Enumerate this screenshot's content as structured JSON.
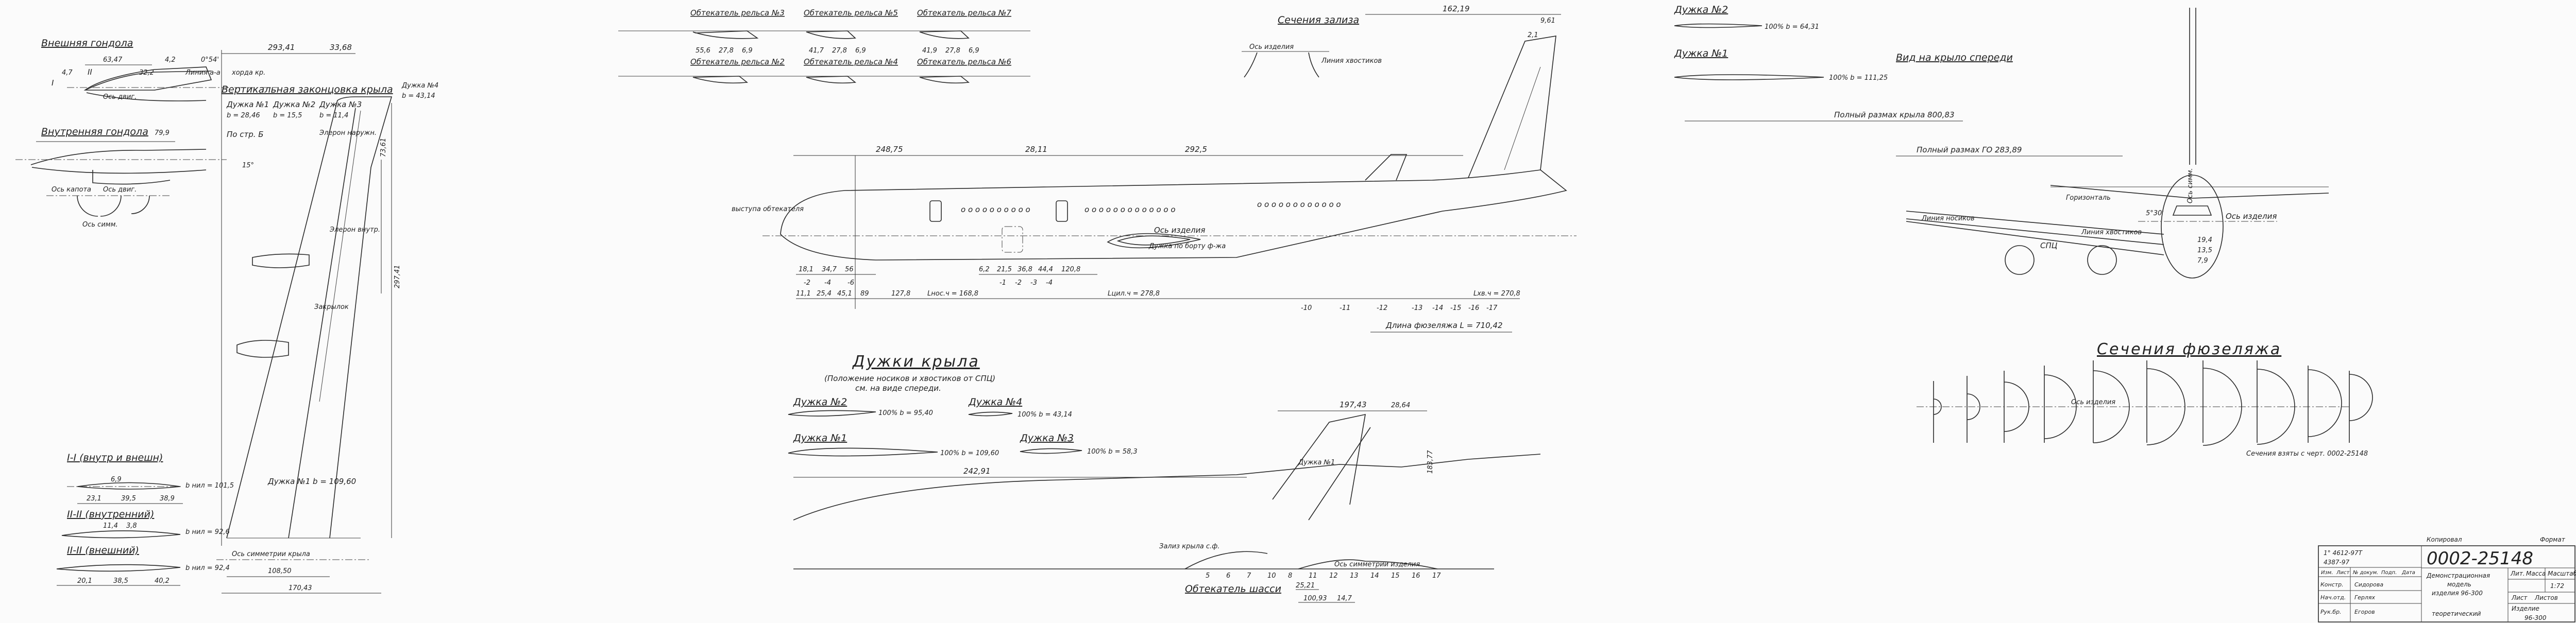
{
  "nacelles": {
    "outer_title": "Внешняя гондола",
    "inner_title": "Внутренняя гондола",
    "engine_axis": "Ось двиг.",
    "line_aa": "Линия a-a",
    "chord": "хорда кр.",
    "angle": "0°54'",
    "dims": [
      "63,47",
      "4,7",
      "32,2",
      "4,2",
      "79,9"
    ],
    "section_labels": [
      "I",
      "II"
    ],
    "cowl_axis": "Ось капота",
    "sym_axis": "Ось симм."
  },
  "sections": {
    "s1_title": "I-I (внутр и внешн)",
    "s1_b": "b нил = 101,5",
    "s1_dims": [
      "6,9",
      "23,1",
      "39,5",
      "38,9"
    ],
    "s2_title": "II-II (внутренний)",
    "s2_b": "b нил = 92,6",
    "s2_dims": [
      "11,4",
      "3,8"
    ],
    "s3_title": "II-II (внешний)",
    "s3_b": "b нил = 92,4",
    "s3_dims": [
      "20,1",
      "38,5",
      "40,2"
    ]
  },
  "wing_plan": {
    "title": "Вертикальная законцовка крыла",
    "airfoils": [
      "Дужка №1",
      "Дужка №2",
      "Дужка №3"
    ],
    "chords": [
      "b = 28,46",
      "b = 15,5",
      "b = 11,4"
    ],
    "airfoil4": "Дужка №4",
    "airfoil4_b": "b = 43,14",
    "aileron_outer": "Элерон наружн.",
    "aileron_inner": "Элерон внутр.",
    "flap": "Закрылок",
    "root_airfoil": "Дужка №1  b = 109,60",
    "sym_axis": "Ось симметрии крыла",
    "dims_top": [
      "293,41",
      "33,68"
    ],
    "dims": [
      "73,61",
      "297,41",
      "108,50",
      "170,43",
      "15°"
    ],
    "view_b": "По стр. Б"
  },
  "rail_fairings": {
    "items": [
      "Обтекатель рельса №3",
      "Обтекатель рельса №5",
      "Обтекатель рельса №7",
      "Обтекатель рельса №2",
      "Обтекатель рельса №4",
      "Обтекатель рельса №6"
    ],
    "dims": [
      "55,6",
      "27,8",
      "6,9",
      "41,7",
      "27,8",
      "6,9",
      "41,9",
      "27,8",
      "6,9"
    ],
    "fillet_title": "Сечения зализа",
    "product_axis": "Ось изделия",
    "tail_line": "Линия хвостиков"
  },
  "fuselage_side": {
    "dims_top": [
      "248,75",
      "28,11",
      "292,5",
      "162,19",
      "9,61",
      "2,1"
    ],
    "axis": "Ось изделия",
    "fairing_note": "выступа обтекателя",
    "airfoil_label": "Дужка по борту ф-жа",
    "dims_bottom": [
      "18,1",
      "34,7",
      "56",
      "11,1",
      "25,4",
      "45,1",
      "89",
      "127,8",
      "6,2",
      "21,5",
      "36,8",
      "44,4",
      "120,8"
    ],
    "l_nose": "Lнос.ч = 168,8",
    "l_cyl": "Lцил.ч = 278,8",
    "l_tail": "Lхв.ч = 270,8",
    "length": "Длина фюзеляжа L = 710,42",
    "frames": [
      "-2",
      "-4",
      "-6",
      "-1",
      "-2",
      "-3",
      "-4",
      "-10",
      "-11",
      "-12",
      "-13",
      "-14",
      "-15",
      "-16",
      "-17"
    ]
  },
  "wing_airfoils": {
    "title": "Дужки крыла",
    "subtitle1": "(Положение носиков и хвостиков от СПЦ)",
    "subtitle2": "см. на виде спереди.",
    "a2": "Дужка №2",
    "a2_b": "100% b = 95,40",
    "a4": "Дужка №4",
    "a4_b": "100% b = 43,14",
    "a1": "Дужка №1",
    "a1_b": "100% b = 109,60",
    "a3": "Дужка №3",
    "a3_b": "100% b = 58,3"
  },
  "stabilizer": {
    "a2": "Дужка №2",
    "a2_b": "100% b = 64,31",
    "a1": "Дужка №1",
    "a1_b": "100% b = 111,25"
  },
  "vertical_tail": {
    "dims": [
      "242,91",
      "197,43",
      "28,64",
      "25,21",
      "100,93",
      "14,7",
      "183,77"
    ],
    "wing_fillet": "Зализ крыла с.ф.",
    "gear_fairing": "Обтекатель шасси",
    "sym_axis": "Ось симметрии изделия",
    "fin_airfoil": "Дужка №1",
    "stations": [
      "5",
      "6",
      "7",
      "10",
      "8",
      "11",
      "12",
      "13",
      "14",
      "15",
      "16",
      "17"
    ]
  },
  "front_view": {
    "title": "Вид на крыло спереди",
    "span": "Полный размах крыла 800,83",
    "ho_span": "Полный размах ГО 283,89",
    "leading_line": "Линия носиков",
    "trailing_line": "Линия хвостиков",
    "horizontal": "Горизонталь",
    "axis": "Ось изделия",
    "sym": "Ось симм.",
    "spc": "СПЦ",
    "angle": "5°30'",
    "dims": [
      "19,4",
      "13,5",
      "7,9"
    ]
  },
  "fuselage_sections": {
    "title": "Сечения фюзеляжа",
    "axis": "Ось изделия",
    "note": "Сечения взяты с черт. 0002-25148"
  },
  "title_block": {
    "doc_number": "0002-25148",
    "name_line1": "Демонстрационная",
    "name_line2": "модель",
    "name_line3": "изделия 96-300",
    "type": "теоретический",
    "lit": "Лит.",
    "mass": "Масса",
    "scale_label": "Масштаб",
    "scale": "1:72",
    "sheet": "Лист",
    "sheets": "Листов",
    "product_label": "Изделие",
    "product": "96-300",
    "rev1": "1° 4612-97Т",
    "rev2": "4387-97",
    "col_headers": [
      "Изм.",
      "Лист",
      "№ докум.",
      "Подп.",
      "Дата"
    ],
    "roles": [
      "Констр.",
      "Нач.отд.",
      "Рук.бр."
    ],
    "names": [
      "Сидорова",
      "Герлях",
      "Егоров"
    ],
    "copy_note": "Копировал",
    "format": "Формат"
  }
}
